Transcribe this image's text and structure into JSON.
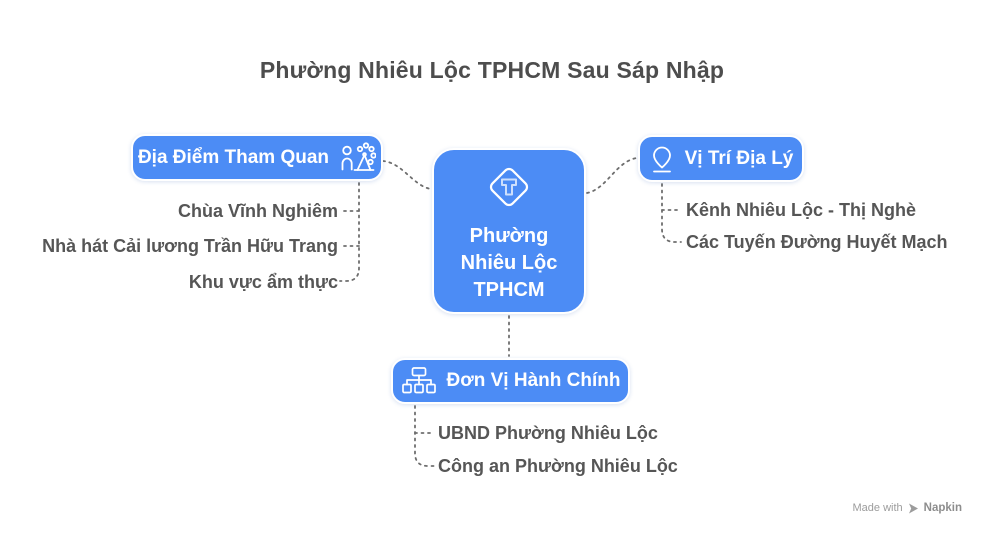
{
  "title": "Phường Nhiêu Lộc TPHCM Sau Sáp Nhập",
  "center_node": {
    "label": "Phường Nhiêu Lộc TPHCM",
    "icon": "t-junction-sign-icon"
  },
  "branches": {
    "attractions": {
      "label": "Địa Điểm Tham Quan",
      "icon": "person-ferris-wheel-icon",
      "items": [
        "Chùa Vĩnh Nghiêm",
        "Nhà hát Cải lương Trần Hữu Trang",
        "Khu vực ẩm thực"
      ]
    },
    "location": {
      "label": "Vị Trí Địa Lý",
      "icon": "map-pin-icon",
      "items": [
        "Kênh Nhiêu Lộc - Thị Nghè",
        "Các Tuyến Đường Huyết Mạch"
      ]
    },
    "admin": {
      "label": "Đơn Vị Hành Chính",
      "icon": "org-chart-icon",
      "items": [
        "UBND Phường Nhiêu Lộc",
        "Công an Phường Nhiêu Lộc"
      ]
    }
  },
  "watermark": {
    "prefix": "Made with",
    "brand": "Napkin",
    "icon": "napkin-logo-icon"
  },
  "colors": {
    "node_fill": "#4c8cf5",
    "node_border": "#ffffff",
    "node_text": "#ffffff",
    "title_text": "#4d4d4d",
    "item_text": "#565656",
    "connector": "#6e6e6e",
    "background": "#ffffff",
    "watermark_text": "#9c9c9c"
  }
}
